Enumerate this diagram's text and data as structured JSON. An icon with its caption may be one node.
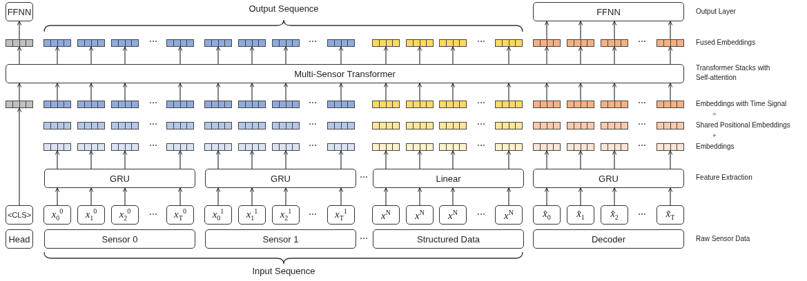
{
  "diagram": {
    "nodes": [
      {
        "text": [
          "FFNN"
        ]
      },
      {
        "text": [
          "FFNN"
        ]
      },
      {
        "text": [],
        "shape": "bar"
      },
      {
        "text": [],
        "shape": "bar"
      },
      {
        "text": [],
        "shape": "bar"
      },
      {
        "text": [],
        "shape": "bar"
      },
      {
        "text": [],
        "shape": "bar"
      },
      {
        "text": [],
        "shape": "bar"
      },
      {
        "text": [],
        "shape": "bar"
      },
      {
        "text": [],
        "shape": "bar"
      },
      {
        "text": [],
        "shape": "bar"
      },
      {
        "text": [],
        "shape": "bar"
      },
      {
        "text": [],
        "shape": "bar"
      },
      {
        "text": [],
        "shape": "bar"
      },
      {
        "text": [],
        "shape": "bar"
      },
      {
        "text": [],
        "shape": "bar"
      },
      {
        "text": [],
        "shape": "bar"
      },
      {
        "text": [],
        "shape": "bar"
      },
      {
        "text": [],
        "shape": "bar"
      },
      {
        "text": [
          "Multi-Sensor Transformer"
        ]
      },
      {
        "text": [],
        "shape": "bar"
      },
      {
        "text": [],
        "shape": "bar"
      },
      {
        "text": [],
        "shape": "bar"
      },
      {
        "text": [],
        "shape": "bar"
      },
      {
        "text": [],
        "shape": "bar"
      },
      {
        "text": [],
        "shape": "bar"
      },
      {
        "text": [],
        "shape": "bar"
      },
      {
        "text": [],
        "shape": "bar"
      },
      {
        "text": [],
        "shape": "bar"
      },
      {
        "text": [],
        "shape": "bar"
      },
      {
        "text": [],
        "shape": "bar"
      },
      {
        "text": [],
        "shape": "bar"
      },
      {
        "text": [],
        "shape": "bar"
      },
      {
        "text": [],
        "shape": "bar"
      },
      {
        "text": [],
        "shape": "bar"
      },
      {
        "text": [],
        "shape": "bar"
      },
      {
        "text": [],
        "shape": "bar"
      },
      {
        "text": [],
        "shape": "bar"
      },
      {
        "text": [],
        "shape": "bar"
      },
      {
        "text": [],
        "shape": "bar"
      },
      {
        "text": [],
        "shape": "bar"
      },
      {
        "text": [],
        "shape": "bar"
      },
      {
        "text": [],
        "shape": "bar"
      },
      {
        "text": [],
        "shape": "bar"
      },
      {
        "text": [],
        "shape": "bar"
      },
      {
        "text": [],
        "shape": "bar"
      },
      {
        "text": [],
        "shape": "bar"
      },
      {
        "text": [],
        "shape": "bar"
      },
      {
        "text": [],
        "shape": "bar"
      },
      {
        "text": [],
        "shape": "bar"
      },
      {
        "text": [],
        "shape": "bar"
      },
      {
        "text": [],
        "shape": "bar"
      },
      {
        "text": [],
        "shape": "bar"
      },
      {
        "text": [],
        "shape": "bar"
      },
      {
        "text": [],
        "shape": "bar"
      },
      {
        "text": [],
        "shape": "bar"
      },
      {
        "text": [],
        "shape": "bar"
      },
      {
        "text": [],
        "shape": "bar"
      },
      {
        "text": [],
        "shape": "bar"
      },
      {
        "text": [],
        "shape": "bar"
      },
      {
        "text": [],
        "shape": "bar"
      },
      {
        "text": [],
        "shape": "bar"
      },
      {
        "text": [],
        "shape": "bar"
      },
      {
        "text": [],
        "shape": "bar"
      },
      {
        "text": [],
        "shape": "bar"
      },
      {
        "text": [],
        "shape": "bar"
      },
      {
        "text": [],
        "shape": "bar"
      },
      {
        "text": [],
        "shape": "bar"
      },
      {
        "text": [],
        "shape": "bar"
      },
      {
        "text": [
          "GRU"
        ]
      },
      {
        "text": [
          "GRU"
        ]
      },
      {
        "text": [
          "Linear"
        ]
      },
      {
        "text": [
          "GRU"
        ]
      },
      {
        "text": [
          "<CLS>"
        ]
      },
      {
        "text": [
          "*x*$_{0}$$^{0}$"
        ]
      },
      {
        "text": [
          "*x*$_{1}$$^{0}$"
        ]
      },
      {
        "text": [
          "*x*$_{2}$$^{0}$"
        ]
      },
      {
        "text": [
          "*x*$_{T}$$^{0}$"
        ]
      },
      {
        "text": [
          "*x*$_{0}$$^{1}$"
        ]
      },
      {
        "text": [
          "*x*$_{1}$$^{1}$"
        ]
      },
      {
        "text": [
          "*x*$_{2}$$^{1}$"
        ]
      },
      {
        "text": [
          "*x*$_{T}$$^{1}$"
        ]
      },
      {
        "text": [
          "*x*$^{N}$"
        ]
      },
      {
        "text": [
          "*x*$^{N}$"
        ]
      },
      {
        "text": [
          "*x*$^{N}$"
        ]
      },
      {
        "text": [
          "*x*$^{N}$"
        ]
      },
      {
        "text": [
          "*x̂*$_{0}$"
        ]
      },
      {
        "text": [
          "*x̂*$_{1}$"
        ]
      },
      {
        "text": [
          "*x̂*$_{2}$"
        ]
      },
      {
        "text": [
          "*x̂*$_{T}$"
        ]
      },
      {
        "text": [
          "Head"
        ]
      },
      {
        "text": [
          "Sensor 0"
        ]
      },
      {
        "text": [
          "Sensor 1"
        ]
      },
      {
        "text": [
          "Structured Data"
        ]
      },
      {
        "text": [
          "Decoder"
        ]
      }
    ],
    "edges": [
      {
        "from": 2,
        "to": 0,
        "arrow": "to"
      },
      {
        "from": 15,
        "to": 1,
        "arrow": "to"
      },
      {
        "from": 16,
        "to": 1,
        "arrow": "to"
      },
      {
        "from": 17,
        "to": 1,
        "arrow": "to"
      },
      {
        "from": 18,
        "to": 1,
        "arrow": "to"
      },
      {
        "from": 19,
        "to": 2,
        "arrow": "to"
      },
      {
        "from": 19,
        "to": 3,
        "arrow": "to"
      },
      {
        "from": 19,
        "to": 4,
        "arrow": "to"
      },
      {
        "from": 19,
        "to": 5,
        "arrow": "to"
      },
      {
        "from": 19,
        "to": 6,
        "arrow": "to"
      },
      {
        "from": 19,
        "to": 7,
        "arrow": "to"
      },
      {
        "from": 19,
        "to": 8,
        "arrow": "to"
      },
      {
        "from": 19,
        "to": 9,
        "arrow": "to"
      },
      {
        "from": 19,
        "to": 10,
        "arrow": "to"
      },
      {
        "from": 19,
        "to": 11,
        "arrow": "to"
      },
      {
        "from": 19,
        "to": 12,
        "arrow": "to"
      },
      {
        "from": 19,
        "to": 13,
        "arrow": "to"
      },
      {
        "from": 19,
        "to": 14,
        "arrow": "to"
      },
      {
        "from": 19,
        "to": 15,
        "arrow": "to"
      },
      {
        "from": 19,
        "to": 16,
        "arrow": "to"
      },
      {
        "from": 19,
        "to": 17,
        "arrow": "to"
      },
      {
        "from": 19,
        "to": 18,
        "arrow": "to"
      },
      {
        "from": 20,
        "to": 19,
        "arrow": "to"
      },
      {
        "from": 21,
        "to": 19,
        "arrow": "to"
      },
      {
        "from": 22,
        "to": 19,
        "arrow": "to"
      },
      {
        "from": 23,
        "to": 19,
        "arrow": "to"
      },
      {
        "from": 24,
        "to": 19,
        "arrow": "to"
      },
      {
        "from": 25,
        "to": 19,
        "arrow": "to"
      },
      {
        "from": 26,
        "to": 19,
        "arrow": "to"
      },
      {
        "from": 27,
        "to": 19,
        "arrow": "to"
      },
      {
        "from": 28,
        "to": 19,
        "arrow": "to"
      },
      {
        "from": 29,
        "to": 19,
        "arrow": "to"
      },
      {
        "from": 30,
        "to": 19,
        "arrow": "to"
      },
      {
        "from": 31,
        "to": 19,
        "arrow": "to"
      },
      {
        "from": 32,
        "to": 19,
        "arrow": "to"
      },
      {
        "from": 33,
        "to": 19,
        "arrow": "to"
      },
      {
        "from": 34,
        "to": 19,
        "arrow": "to"
      },
      {
        "from": 35,
        "to": 19,
        "arrow": "to"
      },
      {
        "from": 36,
        "to": 19,
        "arrow": "to"
      },
      {
        "from": 73,
        "to": 20,
        "arrow": "to"
      },
      {
        "from": 69,
        "to": 53,
        "arrow": "to"
      },
      {
        "from": 69,
        "to": 54,
        "arrow": "to"
      },
      {
        "from": 69,
        "to": 55,
        "arrow": "to"
      },
      {
        "from": 69,
        "to": 56,
        "arrow": "to"
      },
      {
        "from": 70,
        "to": 57,
        "arrow": "to"
      },
      {
        "from": 70,
        "to": 58,
        "arrow": "to"
      },
      {
        "from": 70,
        "to": 59,
        "arrow": "to"
      },
      {
        "from": 70,
        "to": 60,
        "arrow": "to"
      },
      {
        "from": 71,
        "to": 61,
        "arrow": "to"
      },
      {
        "from": 71,
        "to": 62,
        "arrow": "to"
      },
      {
        "from": 71,
        "to": 63,
        "arrow": "to"
      },
      {
        "from": 71,
        "to": 64,
        "arrow": "to"
      },
      {
        "from": 72,
        "to": 65,
        "arrow": "to"
      },
      {
        "from": 72,
        "to": 66,
        "arrow": "to"
      },
      {
        "from": 72,
        "to": 67,
        "arrow": "to"
      },
      {
        "from": 72,
        "to": 68,
        "arrow": "to"
      },
      {
        "from": 74,
        "to": 69,
        "arrow": "to"
      },
      {
        "from": 75,
        "to": 69,
        "arrow": "to"
      },
      {
        "from": 76,
        "to": 69,
        "arrow": "to"
      },
      {
        "from": 77,
        "to": 69,
        "arrow": "to"
      },
      {
        "from": 78,
        "to": 70,
        "arrow": "to"
      },
      {
        "from": 79,
        "to": 70,
        "arrow": "to"
      },
      {
        "from": 80,
        "to": 70,
        "arrow": "to"
      },
      {
        "from": 81,
        "to": 70,
        "arrow": "to"
      },
      {
        "from": 82,
        "to": 71,
        "arrow": "to"
      },
      {
        "from": 83,
        "to": 71,
        "arrow": "to"
      },
      {
        "from": 84,
        "to": 71,
        "arrow": "to"
      },
      {
        "from": 85,
        "to": 71,
        "arrow": "to"
      },
      {
        "from": 86,
        "to": 72,
        "arrow": "to"
      },
      {
        "from": 87,
        "to": 72,
        "arrow": "to"
      },
      {
        "from": 88,
        "to": 72,
        "arrow": "to"
      },
      {
        "from": 89,
        "to": 72,
        "arrow": "to"
      }
    ],
    "labels": [
      "Output Sequence",
      "Output Layer",
      "⋯",
      "⋯",
      "⋯",
      "⋯",
      "Fused Embeddings",
      "Transformer Stacks with Self-attention",
      "⋯",
      "⋯",
      "⋯",
      "⋯",
      "Embeddings with Time Signal",
      "=",
      "⋯",
      "⋯",
      "⋯",
      "⋯",
      "Shared Positional Embeddings",
      "+",
      "⋯",
      "⋯",
      "⋯",
      "⋯",
      "Embeddings",
      "⋯",
      "Feature Extraction",
      "⋯",
      "⋯",
      "⋯",
      "⋯",
      "⋯",
      "Raw Sensor Data",
      "Input Sequence"
    ]
  }
}
